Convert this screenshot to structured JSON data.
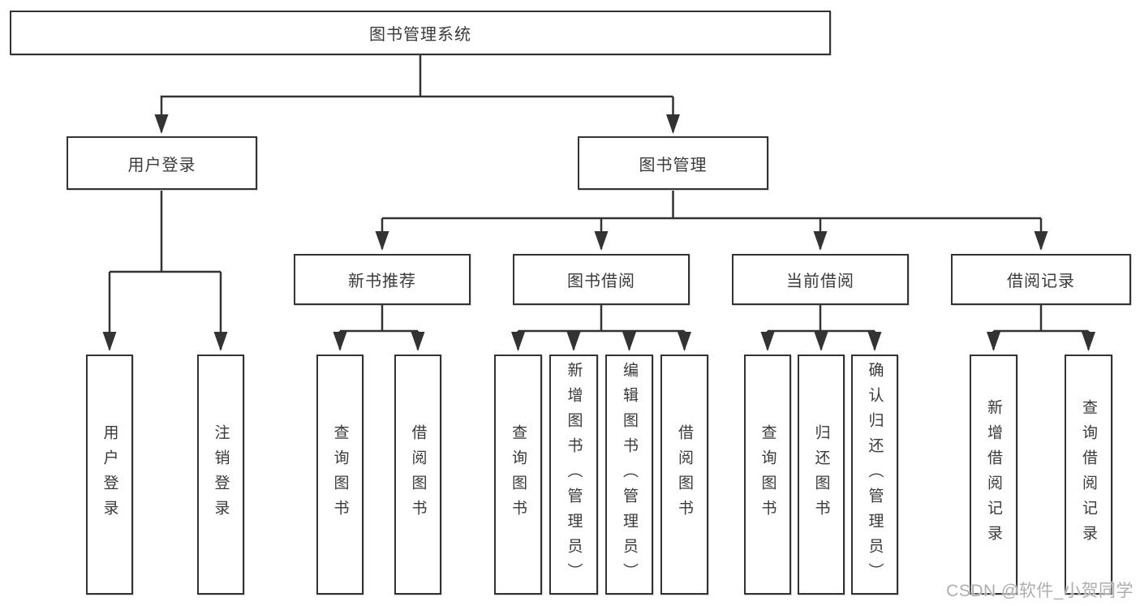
{
  "tree": {
    "label": "图书管理系统",
    "children": [
      {
        "label": "用户登录",
        "children": [
          {
            "label": "用户登录"
          },
          {
            "label": "注销登录"
          }
        ]
      },
      {
        "label": "图书管理",
        "children": [
          {
            "label": "新书推荐",
            "children": [
              {
                "label": "查询图书"
              },
              {
                "label": "借阅图书"
              }
            ]
          },
          {
            "label": "图书借阅",
            "children": [
              {
                "label": "查询图书"
              },
              {
                "label": "新增图书（管理员）"
              },
              {
                "label": "编辑图书（管理员）"
              },
              {
                "label": "借阅图书"
              }
            ]
          },
          {
            "label": "当前借阅",
            "children": [
              {
                "label": "查询图书"
              },
              {
                "label": "归还图书"
              },
              {
                "label": "确认归还（管理员）"
              }
            ]
          },
          {
            "label": "借阅记录",
            "children": [
              {
                "label": "新增借阅记录"
              },
              {
                "label": "查询借阅记录"
              }
            ]
          }
        ]
      }
    ]
  },
  "watermark": {
    "text": "CSDN @软件_小贺同学"
  },
  "colors": {
    "line": "#333333",
    "text": "#3a3a3a",
    "background": "#ffffff",
    "watermark": "#aeaeae"
  }
}
